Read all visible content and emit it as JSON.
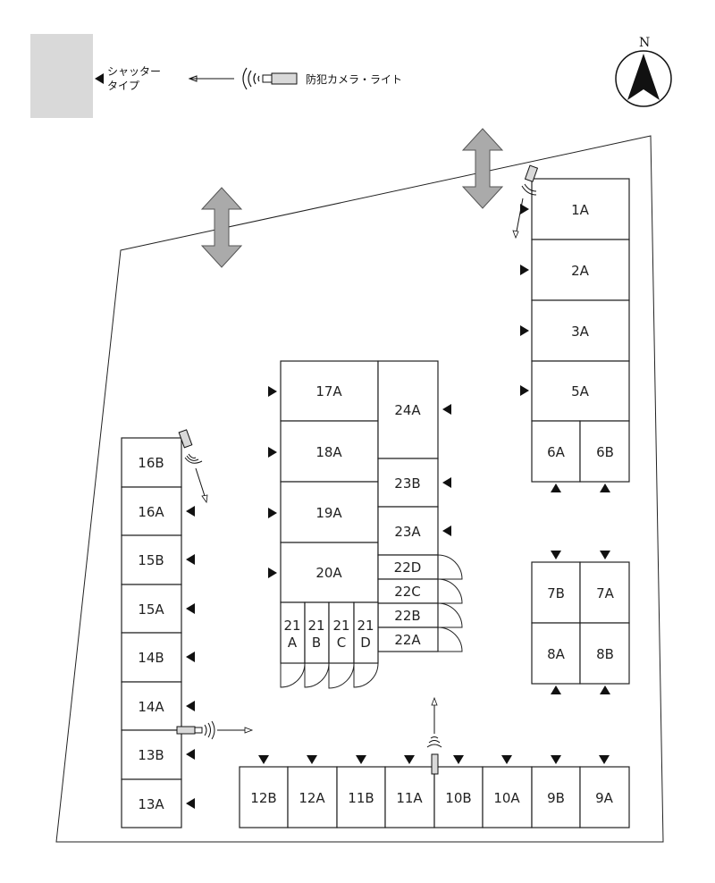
{
  "legend": {
    "shutter_type_line1": "シャッター",
    "shutter_type_line2": "タイプ",
    "camera_light": "防犯カメラ・ライト"
  },
  "compass": {
    "north": "N"
  },
  "units": {
    "u1A": "1A",
    "u2A": "2A",
    "u3A": "3A",
    "u5A": "5A",
    "u6A": "6A",
    "u6B": "6B",
    "u7B": "7B",
    "u7A": "7A",
    "u8A": "8A",
    "u8B": "8B",
    "u9A": "9A",
    "u9B": "9B",
    "u10A": "10A",
    "u10B": "10B",
    "u11A": "11A",
    "u11B": "11B",
    "u12A": "12A",
    "u12B": "12B",
    "u13A": "13A",
    "u13B": "13B",
    "u14A": "14A",
    "u14B": "14B",
    "u15A": "15A",
    "u15B": "15B",
    "u16A": "16A",
    "u16B": "16B",
    "u17A": "17A",
    "u18A": "18A",
    "u19A": "19A",
    "u20A": "20A",
    "u21": "21",
    "u21A": "A",
    "u21B": "B",
    "u21C": "C",
    "u21D": "D",
    "u22A": "22A",
    "u22B": "22B",
    "u22C": "22C",
    "u22D": "22D",
    "u23A": "23A",
    "u23B": "23B",
    "u24A": "24A"
  },
  "colors": {
    "line": "#222222",
    "legend_box": "#d9d9d9",
    "entrance_arrow": "#aaaaaa"
  }
}
